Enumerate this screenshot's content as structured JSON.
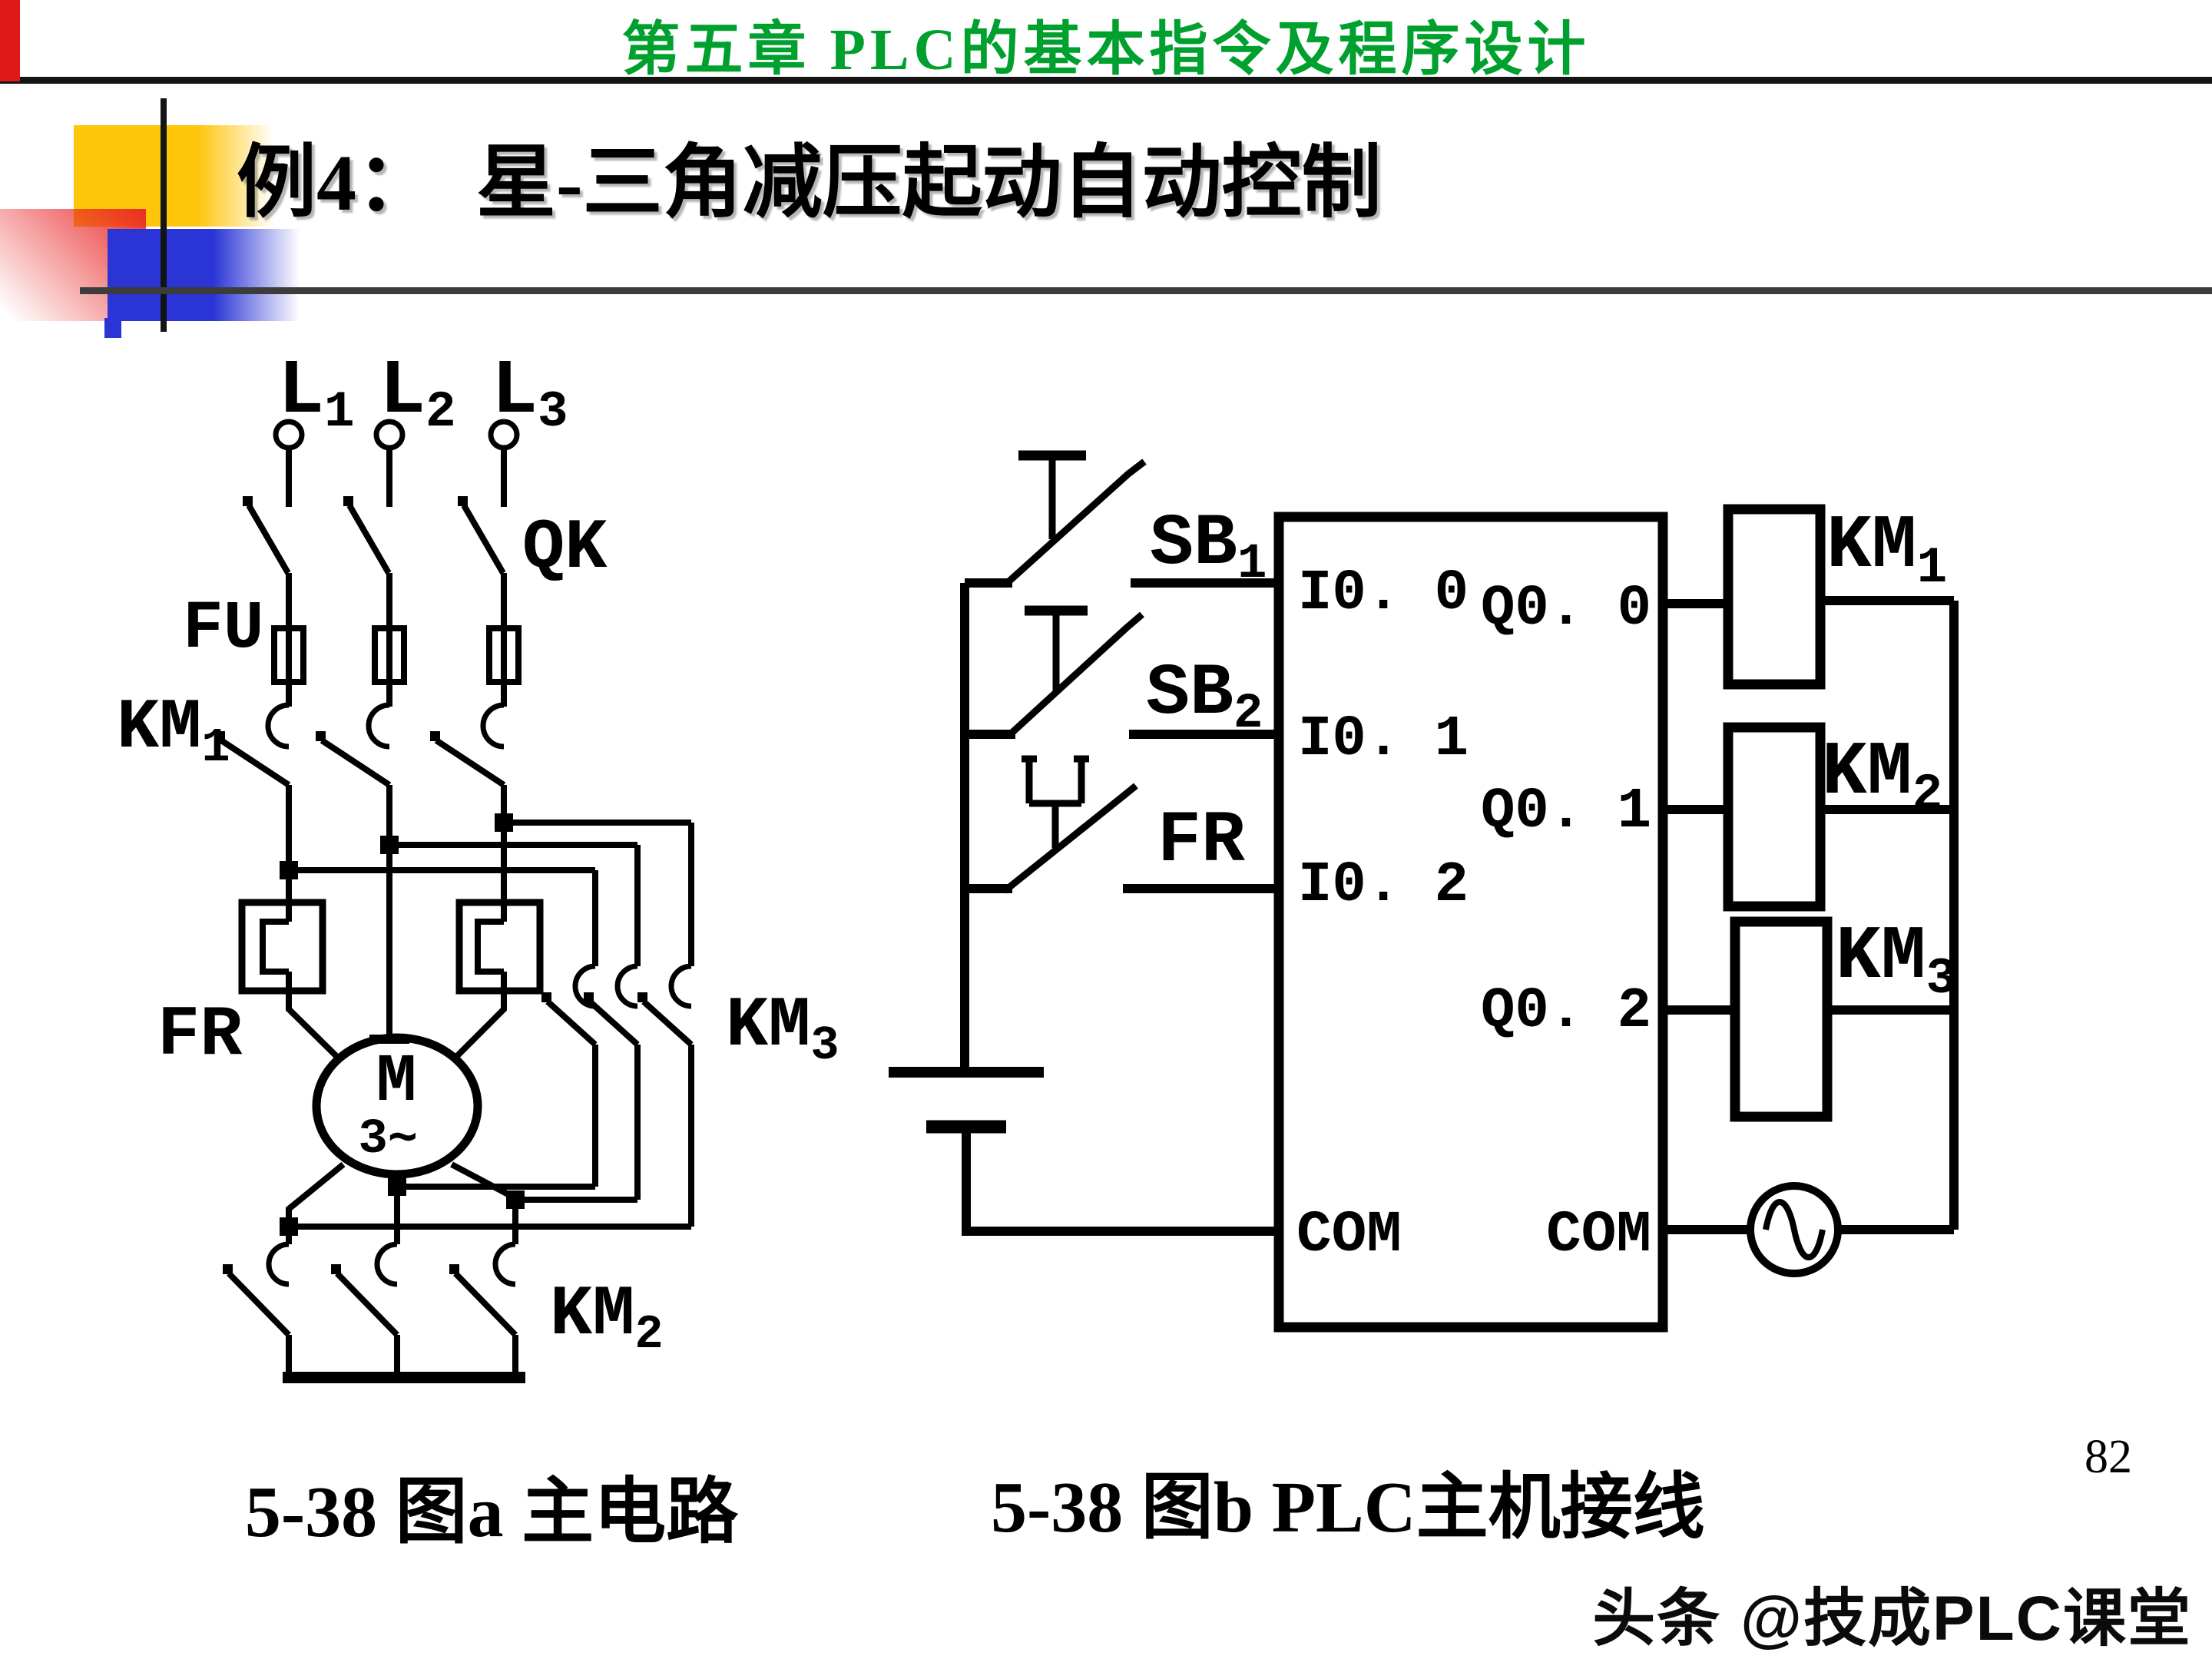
{
  "header": {
    "title": "第五章  PLC的基本指令及程序设计",
    "color": "#00a02e"
  },
  "slide_title": "例4：  星-三角减压起动自动控制",
  "main_circuit": {
    "caption": "5-38 图a 主电路",
    "labels": {
      "l1": {
        "main": "L",
        "sub": "1"
      },
      "l2": {
        "main": "L",
        "sub": "2"
      },
      "l3": {
        "main": "L",
        "sub": "3"
      },
      "qk": "QK",
      "fu": "FU",
      "km1": {
        "main": "KM",
        "sub": "1"
      },
      "fr": "FR",
      "km3": {
        "main": "KM",
        "sub": "3"
      },
      "km2": {
        "main": "KM",
        "sub": "2"
      },
      "motor": "M",
      "motor_phase": "3∼"
    }
  },
  "plc_diagram": {
    "caption": "5-38 图b PLC主机接线",
    "inputs": {
      "sb1": {
        "main": "SB",
        "sub": "1"
      },
      "sb2": {
        "main": "SB",
        "sub": "2"
      },
      "fr": "FR"
    },
    "terminals": {
      "i00": "I0. 0",
      "i01": "I0. 1",
      "i02": "I0. 2",
      "com_left": "COM",
      "q00": "Q0. 0",
      "q01": "Q0. 1",
      "q02": "Q0. 2",
      "com_right": "COM"
    },
    "coils": {
      "km1": {
        "main": "KM",
        "sub": "1"
      },
      "km2": {
        "main": "KM",
        "sub": "2"
      },
      "km3": {
        "main": "KM",
        "sub": "3"
      }
    }
  },
  "page_number": "82",
  "watermark": "头条 @技成PLC课堂"
}
